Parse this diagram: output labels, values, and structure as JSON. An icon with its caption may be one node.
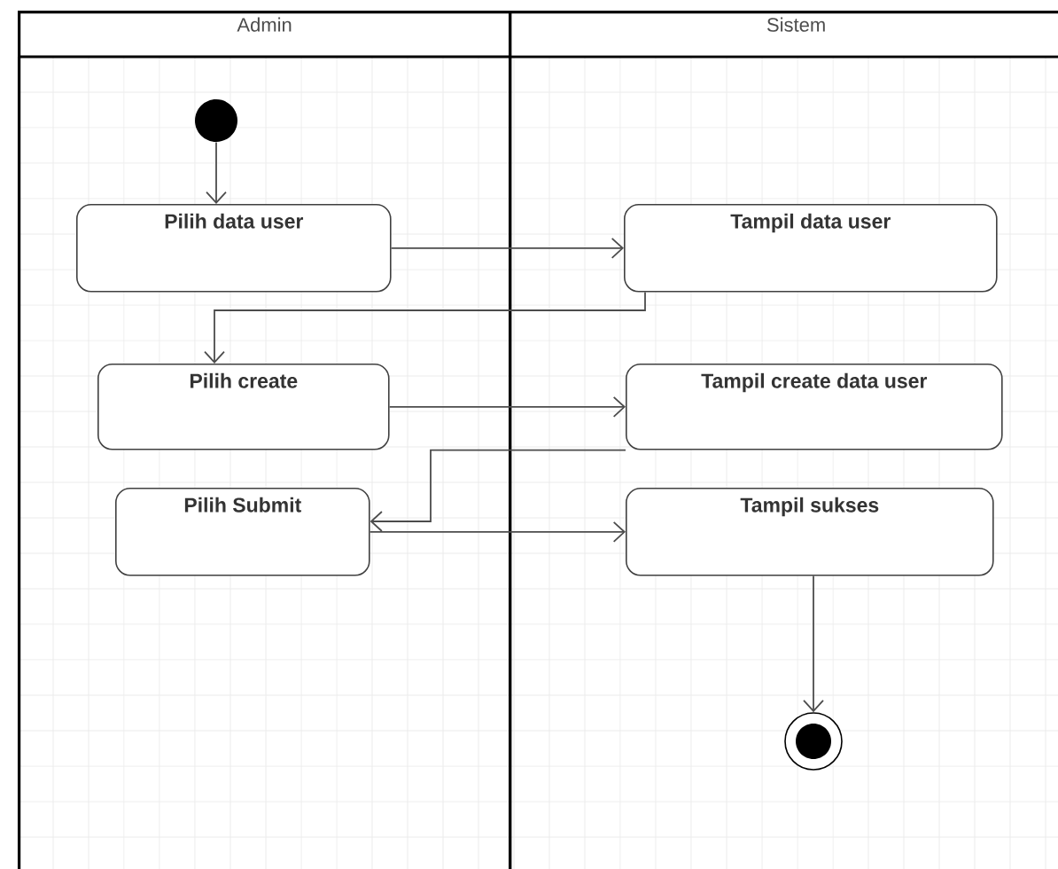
{
  "diagram": {
    "nodes": [
      {
        "text": [
          "Admin"
        ]
      },
      {
        "text": [
          "Sistem"
        ]
      },
      {
        "text": [],
        "shape": "circle",
        "in": 0
      },
      {
        "text": [
          "Pilih data user"
        ],
        "in": 0
      },
      {
        "text": [
          "Tampil data user"
        ],
        "in": 1
      },
      {
        "text": [
          "Pilih create"
        ],
        "in": 0
      },
      {
        "text": [
          "Tampil create data user"
        ],
        "in": 1
      },
      {
        "text": [
          "Pilih Submit"
        ],
        "in": 0
      },
      {
        "text": [
          "Tampil sukses"
        ],
        "in": 1
      },
      {
        "text": [],
        "shape": "circle",
        "in": 1
      }
    ],
    "edges": [
      {
        "from": 2,
        "to": 3,
        "arrow": "to"
      },
      {
        "from": 3,
        "to": 4,
        "arrow": "to"
      },
      {
        "from": 4,
        "to": 5,
        "arrow": "to"
      },
      {
        "from": 5,
        "to": 6,
        "arrow": "to"
      },
      {
        "from": 6,
        "to": 7,
        "arrow": "to"
      },
      {
        "from": 7,
        "to": 8,
        "arrow": "to"
      },
      {
        "from": 8,
        "to": 9,
        "arrow": "to"
      }
    ]
  }
}
